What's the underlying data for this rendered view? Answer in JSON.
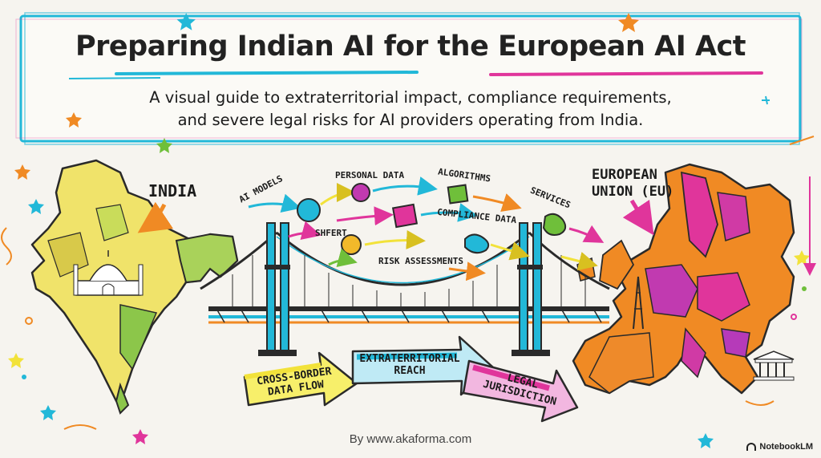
{
  "header": {
    "title": "Preparing Indian AI for the European AI Act",
    "subtitle_line1": "A visual guide to extraterritorial impact, compliance requirements,",
    "subtitle_line2": "and severe legal risks for AI providers operating from India."
  },
  "regions": {
    "india": "INDIA",
    "eu_line1": "EUROPEAN",
    "eu_line2": "UNION (EU)"
  },
  "flow_items": {
    "ai_models": "AI MODELS",
    "personal_data": "PERSONAL DATA",
    "algorithms": "ALGORITHMS",
    "services": "SERVICES",
    "shfert": "SHFERT",
    "compliance_data": "COMPLIANCE DATA",
    "risk_assessments": "RISK ASSESSMENTS"
  },
  "arrows": {
    "cross_border_line1": "CROSS-BORDER",
    "cross_border_line2": "DATA FLOW",
    "extraterritorial_line1": "EXTRATERRITORIAL",
    "extraterritorial_line2": "REACH",
    "legal_line1": "LEGAL",
    "legal_line2": "JURISDICTION"
  },
  "footer": {
    "credit": "By www.akaforma.com",
    "brand": "NotebookLM"
  },
  "colors": {
    "cyan": "#22b8d8",
    "magenta": "#e0359b",
    "orange": "#f08a24",
    "yellow": "#f2e23a",
    "green": "#6fbf3a",
    "purple": "#8a3fd1"
  }
}
